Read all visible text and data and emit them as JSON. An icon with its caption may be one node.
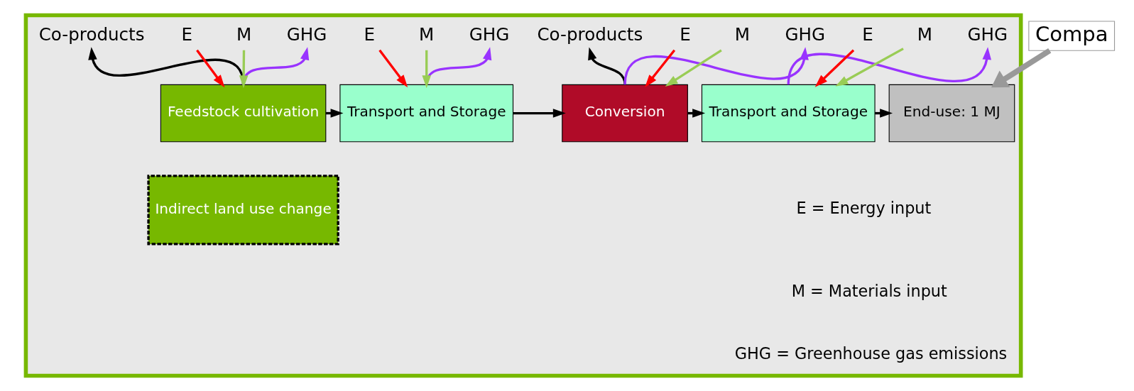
{
  "diagram": {
    "nodes": [
      {
        "text": [],
        "shape": "box"
      },
      {
        "text": [
          "Feedstock cultivation"
        ],
        "in": 0
      },
      {
        "text": [
          "Transport and Storage"
        ],
        "in": 0
      },
      {
        "text": [
          "Conversion"
        ],
        "in": 0
      },
      {
        "text": [
          "Transport and Storage"
        ],
        "in": 0
      },
      {
        "text": [
          "End-use: 1 MJ"
        ],
        "in": 0
      },
      {
        "text": [
          "Indirect land use change"
        ],
        "in": 0
      },
      {
        "text": [
          "Co-products"
        ],
        "in": 0
      },
      {
        "text": [
          "Co-products"
        ],
        "in": 0
      },
      {
        "text": [
          "E"
        ],
        "in": 0
      },
      {
        "text": [
          "M"
        ],
        "in": 0
      },
      {
        "text": [
          "GHG"
        ],
        "in": 0
      },
      {
        "text": [
          "E"
        ],
        "in": 0
      },
      {
        "text": [
          "M"
        ],
        "in": 0
      },
      {
        "text": [
          "GHG"
        ],
        "in": 0
      },
      {
        "text": [
          "E"
        ],
        "in": 0
      },
      {
        "text": [
          "M"
        ],
        "in": 0
      },
      {
        "text": [
          "GHG"
        ],
        "in": 0
      },
      {
        "text": [
          "E"
        ],
        "in": 0
      },
      {
        "text": [
          "M"
        ],
        "in": 0
      },
      {
        "text": [
          "GHG"
        ],
        "in": 0
      },
      {
        "text": [
          "Compa"
        ]
      }
    ],
    "edges": [
      {
        "from": 1,
        "to": 2,
        "arrow": "to"
      },
      {
        "from": 2,
        "to": 3,
        "arrow": "to"
      },
      {
        "from": 3,
        "to": 4,
        "arrow": "to"
      },
      {
        "from": 4,
        "to": 5,
        "arrow": "to"
      },
      {
        "from": 1,
        "to": 7,
        "arrow": "to"
      },
      {
        "from": 3,
        "to": 8,
        "arrow": "to"
      },
      {
        "from": 9,
        "to": 1,
        "arrow": "to",
        "color": "#ff0000"
      },
      {
        "from": 10,
        "to": 1,
        "arrow": "to",
        "color": "#99cc55"
      },
      {
        "from": 1,
        "to": 11,
        "arrow": "to",
        "color": "#9933ff"
      },
      {
        "from": 12,
        "to": 2,
        "arrow": "to",
        "color": "#ff0000"
      },
      {
        "from": 13,
        "to": 2,
        "arrow": "to",
        "color": "#99cc55"
      },
      {
        "from": 2,
        "to": 14,
        "arrow": "to",
        "color": "#9933ff"
      },
      {
        "from": 15,
        "to": 3,
        "arrow": "to",
        "color": "#ff0000"
      },
      {
        "from": 16,
        "to": 3,
        "arrow": "to",
        "color": "#99cc55"
      },
      {
        "from": 3,
        "to": 17,
        "arrow": "to",
        "color": "#9933ff"
      },
      {
        "from": 18,
        "to": 4,
        "arrow": "to",
        "color": "#ff0000"
      },
      {
        "from": 19,
        "to": 4,
        "arrow": "to",
        "color": "#99cc55"
      },
      {
        "from": 4,
        "to": 20,
        "arrow": "to",
        "color": "#9933ff"
      },
      {
        "from": 21,
        "to": 5,
        "arrow": "to",
        "style": "thick",
        "color": "#999999"
      }
    ],
    "labels": [
      "E = Energy input",
      "M = Materials input",
      "GHG = Greenhouse gas emissions"
    ]
  }
}
